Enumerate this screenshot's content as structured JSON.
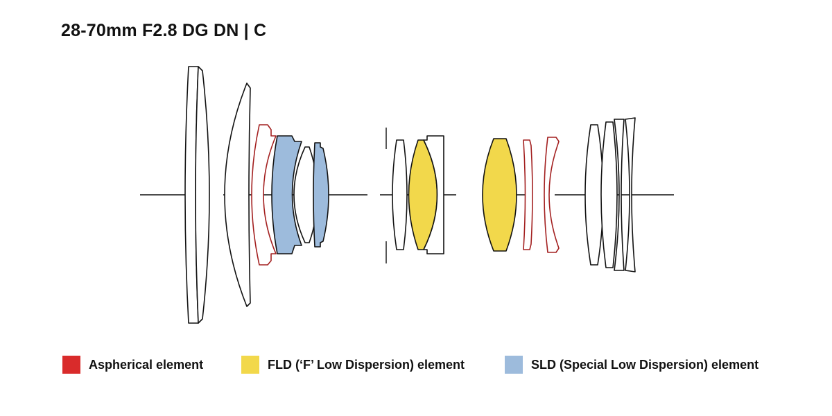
{
  "title": "28-70mm F2.8 DG DN | C",
  "colors": {
    "aspherical": "#d92b2b",
    "fld": "#f2d84b",
    "sld": "#9dbbdc",
    "outline": "#111111",
    "aspherical_outline": "#a32020"
  },
  "legend": [
    {
      "label": "Aspherical element",
      "color": "#d92b2b"
    },
    {
      "label": "FLD (‘F’ Low Dispersion) element",
      "color": "#f2d84b"
    },
    {
      "label": "SLD (Special Low Dispersion) element",
      "color": "#9dbbdc"
    }
  ]
}
